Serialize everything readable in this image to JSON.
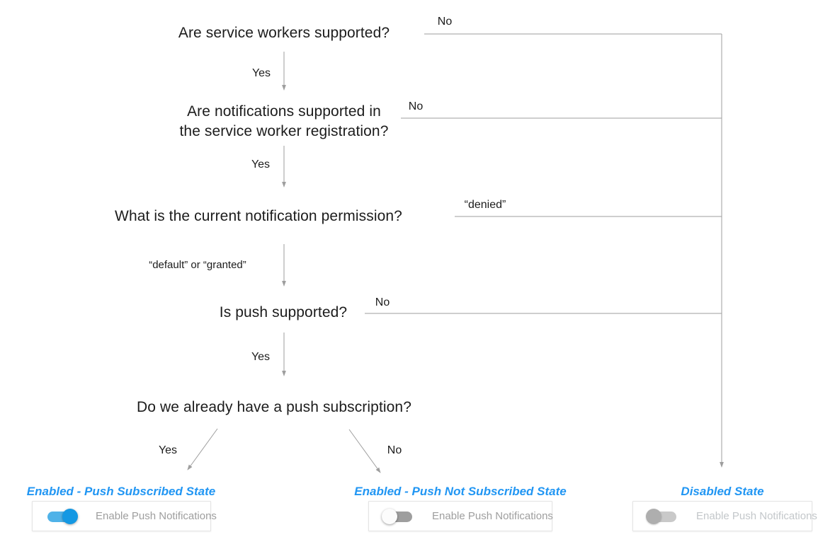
{
  "diagram": {
    "questions": [
      {
        "text": "Are service workers supported?"
      },
      {
        "text": "Are notifications supported in\nthe service worker registration?"
      },
      {
        "text": "What is the current notification permission?"
      },
      {
        "text": "Is push supported?"
      },
      {
        "text": "Do we already have a push subscription?"
      }
    ],
    "edge_labels": {
      "q1_yes": "Yes",
      "q1_no": "No",
      "q2_yes": "Yes",
      "q2_no": "No",
      "q3_down": "“default” or “granted”",
      "q3_right": "“denied”",
      "q4_yes": "Yes",
      "q4_no": "No",
      "q5_yes": "Yes",
      "q5_no": "No"
    }
  },
  "states": [
    {
      "title": "Enabled - Push Subscribed State",
      "toggle": "on",
      "control_label": "Enable Push Notifications"
    },
    {
      "title": "Enabled - Push Not Subscribed State",
      "toggle": "off",
      "control_label": "Enable Push Notifications"
    },
    {
      "title": "Disabled State",
      "toggle": "disabled",
      "control_label": "Enable Push Notifications"
    }
  ],
  "colors": {
    "accent_blue": "#2196F3",
    "switch_on_knob": "#1498E3",
    "switch_on_track": "#4FB2E8",
    "line_gray": "#9E9E9E",
    "text_dark": "#1C1C1C",
    "muted_text": "#9E9E9E",
    "disabled_text": "#C3C7CA"
  }
}
